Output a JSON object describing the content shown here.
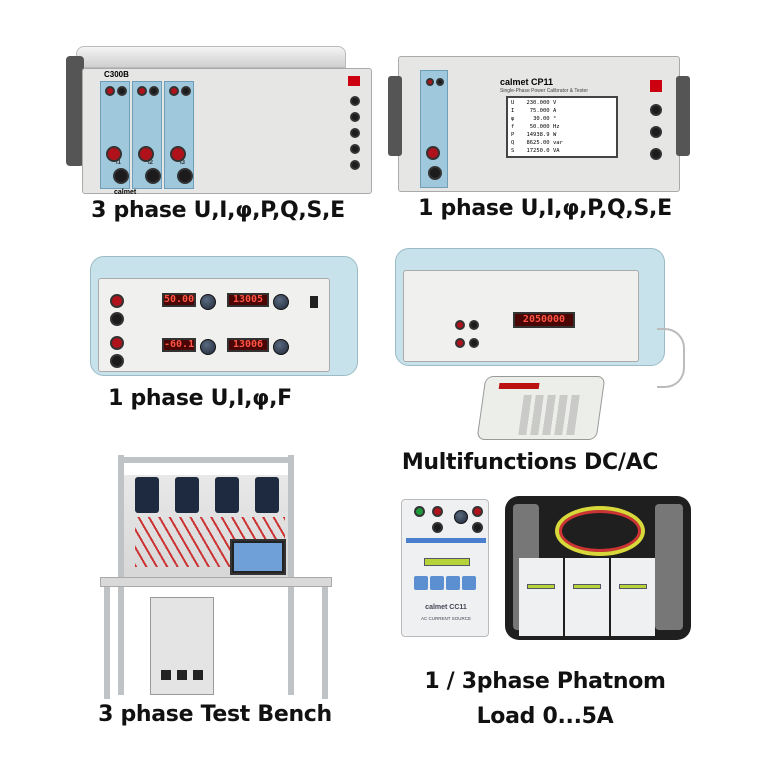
{
  "captions": {
    "three_phase_power": "3 phase U,I,φ,P,Q,S,E",
    "single_phase_power": "1 phase U,I,φ,P,Q,S,E",
    "single_phase_uif": "1 phase U,I,φ,F",
    "multifunction": "Multifunctions DC/AC",
    "test_bench": "3 phase Test Bench",
    "phantom_line1": "1 / 3phase Phatnom",
    "phantom_line2": "Load 0...5A"
  },
  "c300b": {
    "model": "C300B",
    "brand": "calmet",
    "channels": [
      "I1",
      "I2",
      "I3"
    ]
  },
  "cp11": {
    "brand": "calmet CP11",
    "subtitle": "Single-Phase Power Calibrator & Tester",
    "rows": [
      {
        "sym": "U",
        "value": "230.000",
        "unit": "V"
      },
      {
        "sym": "I",
        "value": "75.000",
        "unit": "A"
      },
      {
        "sym": "φ",
        "value": "30.00",
        "unit": "°"
      },
      {
        "sym": "f",
        "value": "50.000",
        "unit": "Hz"
      },
      {
        "sym": "P",
        "value": "14938.9",
        "unit": "W"
      },
      {
        "sym": "Q",
        "value": "8625.00",
        "unit": "var"
      },
      {
        "sym": "S",
        "value": "17250.0",
        "unit": "VA"
      }
    ]
  },
  "uif": {
    "displays": [
      "50.00",
      "13005",
      "-60.1",
      "13006"
    ]
  },
  "multi": {
    "display": "2050000"
  },
  "cc11": {
    "brand": "calmet CC11",
    "subtitle": "AC CURRENT SOURCE"
  }
}
